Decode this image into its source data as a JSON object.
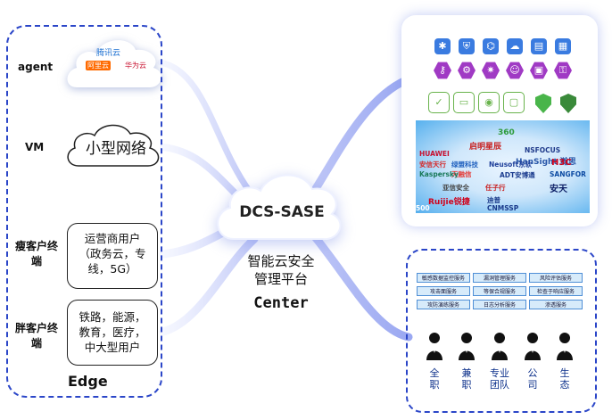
{
  "edge": {
    "agent_label": "agent",
    "vm_label": "VM",
    "vm_cloud_text": "小型网络",
    "thin_client_label": "瘦客户终端",
    "thin_client_text": "运营商用户（政务云，专线，5G）",
    "fat_client_label": "胖客户终端",
    "fat_client_text": "铁路，能源，教育，医疗，中大型用户",
    "footer": "Edge",
    "agent_logos": [
      "腾讯云",
      "阿里云",
      "华为云"
    ]
  },
  "center": {
    "title": "DCS-SASE",
    "subtitle_line1": "智能云安全",
    "subtitle_line2": "管理平台",
    "footer": "Center"
  },
  "vendors": {
    "logos": [
      "360",
      "启明星辰",
      "NSFOCUS",
      "HanSight 瀚思",
      "HUAWEI",
      "绿盟科技",
      "安信天行",
      "Neusoft东软",
      "H3C",
      "天融信",
      "ADT安博通",
      "SANGFOR",
      "Kaspersky",
      "亚信安全",
      "任子行",
      "安天",
      "Ruijie锐捷",
      "迪普",
      "CNMSSP",
      "500"
    ]
  },
  "services": {
    "items": [
      "敏感数据监控服务",
      "漏洞管理服务",
      "风险评估服务",
      "攻击面服务",
      "等保合规服务",
      "检查于响应服务",
      "攻防演练服务",
      "日志分析服务",
      "渗透服务"
    ]
  },
  "roles": [
    "全职",
    "兼职",
    "专业团队",
    "公司",
    "生态"
  ],
  "colors": {
    "dashed_border": "#2b46c8",
    "flow_lines": "#c5ccf7",
    "service_cell": "#d7ebfa",
    "role_text": "#0b2f8a"
  }
}
